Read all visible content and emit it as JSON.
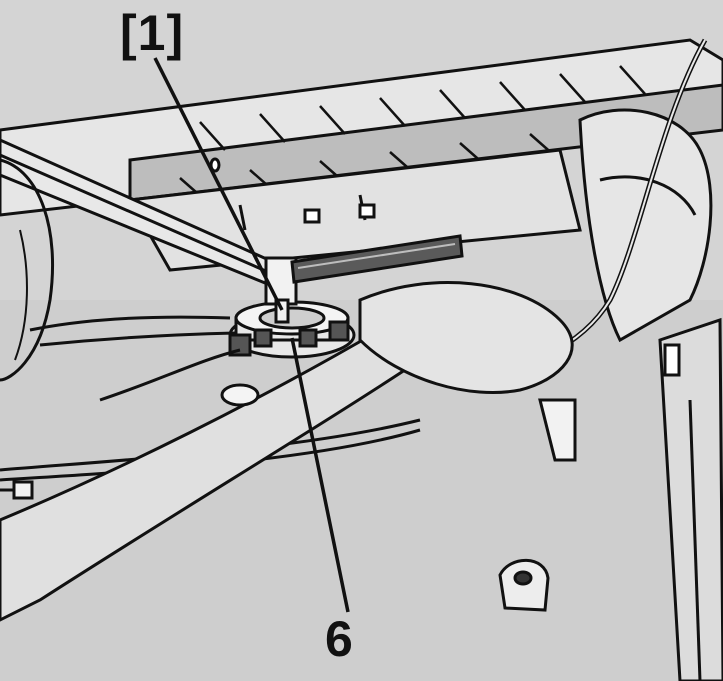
{
  "figure": {
    "callouts": [
      {
        "id": "1",
        "text": "[1]"
      },
      {
        "id": "6",
        "text": "6"
      }
    ],
    "colors": {
      "paper": "#d4d4d4",
      "ink": "#111111",
      "shadow": "#8a8a8a",
      "midtone": "#b5b5b5"
    }
  }
}
